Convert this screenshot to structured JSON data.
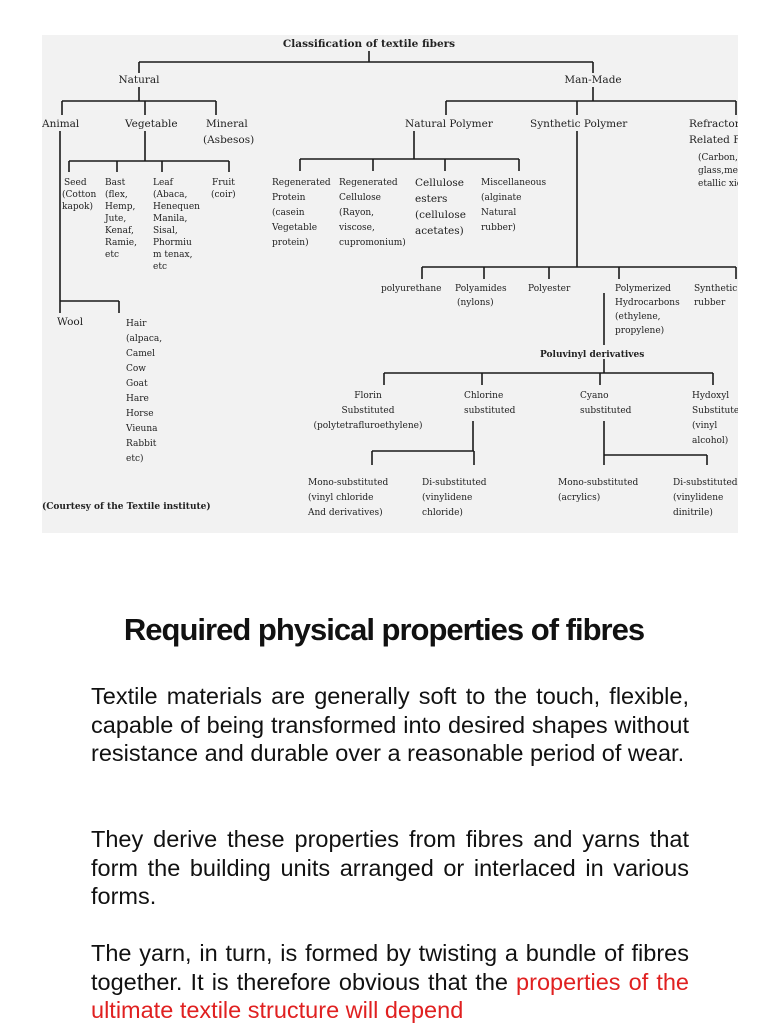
{
  "diagram": {
    "title": "Classification of textile fibers",
    "natural": "Natural",
    "man_made": "Man-Made",
    "animal": "Animal",
    "vegetable": "Vegetable",
    "mineral": [
      "Mineral",
      "(Asbesos)"
    ],
    "natural_polymer": "Natural Polymer",
    "synthetic_polymer": "Synthetic Polymer",
    "refractory": [
      "Refractory",
      "Related F"
    ],
    "refractory_detail": [
      "(Carbon,",
      "glass,meta",
      "etallic xid"
    ],
    "seed": [
      "Seed",
      "(Cotton",
      "kapok)"
    ],
    "bast": [
      "Bast",
      "(flex,",
      "Hemp,",
      "Jute,",
      "Kenaf,",
      "Ramie,",
      "etc"
    ],
    "leaf": [
      "Leaf",
      "(Abaca,",
      "Henequen",
      "Manila,",
      "Sisal,",
      "Phormiu",
      "m tenax,",
      "etc"
    ],
    "fruit": [
      "Fruit",
      "(coir)"
    ],
    "regenerated_protein": [
      "Regenerated",
      "Protein",
      "(casein",
      "Vegetable",
      "protein)"
    ],
    "regenerated_cellulose": [
      "Regenerated",
      "Cellulose",
      "(Rayon,",
      "viscose,",
      "cupromonium)"
    ],
    "cellulose_esters": [
      "Cellulose",
      "esters",
      "(cellulose",
      "acetates)"
    ],
    "miscellaneous": [
      "Miscellaneous",
      "(alginate",
      "Natural",
      "rubber)"
    ],
    "polyurethane": "polyurethane",
    "polyamides": [
      "Polyamides",
      "(nylons)"
    ],
    "polyester": "Polyester",
    "polymerized": [
      "Polymerized",
      "Hydrocarbons",
      "(ethylene,",
      "propylene)"
    ],
    "synthetic_rubber": [
      "Synthetic",
      "rubber"
    ],
    "wool": "Wool",
    "hair": [
      "Hair",
      "(alpaca,",
      "Camel",
      "Cow",
      "Goat",
      "Hare",
      "Horse",
      "Vieuna",
      "Rabbit",
      "etc)"
    ],
    "polyvinyl": "Poluvinyl   derivatives",
    "florin": [
      "Florin",
      "Substituted",
      "(polytetrafluroethylene)"
    ],
    "chlorine": [
      "Chlorine",
      "substituted"
    ],
    "cyano": [
      "Cyano",
      "substituted"
    ],
    "hydroxyl": [
      "Hydoxyl",
      "Substitute",
      "(vinyl",
      "alcohol)"
    ],
    "mono_chloride": [
      "Mono-substituted",
      "(vinyl chloride",
      "And derivatives)"
    ],
    "di_chloride": [
      "Di-substituted",
      "(vinylidene",
      "chloride)"
    ],
    "mono_acrylic": [
      "Mono-substituted",
      "(acrylics)"
    ],
    "di_dinitrile": [
      "Di-substituted",
      "(vinylidene",
      "dinitrile)"
    ],
    "courtesy": "(Courtesy of the Textile institute)"
  },
  "heading": "Required physical properties of fibres",
  "paragraphs": [
    "Textile materials are generally soft to the touch, flexible, capable of being transformed into desired shapes without resistance and durable over a reasonable period of wear.",
    "They derive these properties from fibres and yarns that form the building units arranged or interlaced in various forms."
  ],
  "paragraph3": {
    "text": "The yarn, in turn, is formed by twisting a bundle of fibres together. It is therefore obvious that the ",
    "highlight": "properties of the ultimate textile structure will depend"
  }
}
